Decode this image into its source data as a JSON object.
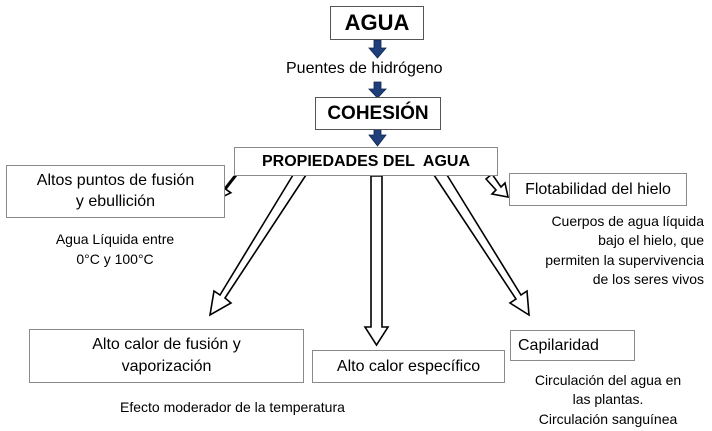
{
  "nodes": {
    "agua": "AGUA",
    "puentes": "Puentes de hidrógeno",
    "cohesion": "COHESIÓN",
    "propiedades": "PROPIEDADES DEL  AGUA",
    "altos_puntos_line1": "Altos puntos de fusión",
    "altos_puntos_line2": "y ebullición",
    "flotabilidad": "Flotabilidad del hielo",
    "alto_calor_fusion_line1": "Alto calor de fusión y",
    "alto_calor_fusion_line2": "vaporización",
    "alto_calor_especifico": "Alto calor específico",
    "capilaridad": "Capilaridad"
  },
  "notes": {
    "agua_liquida_line1": "Agua Líquida entre",
    "agua_liquida_line2": "0°C y 100°C",
    "cuerpos_line1": "Cuerpos de agua líquida",
    "cuerpos_line2": "bajo el hielo, que",
    "cuerpos_line3": "permiten la supervivencia",
    "cuerpos_line4": "de los seres vivos",
    "efecto_moderador": "Efecto moderador de la temperatura",
    "circulacion_line1": "Circulación del agua en",
    "circulacion_line2": "las plantas.",
    "circulacion_line3": "Circulación sanguínea"
  },
  "colors": {
    "small_arrow_fill": "#1f3f7a",
    "box_border": "#8a8a8a"
  }
}
